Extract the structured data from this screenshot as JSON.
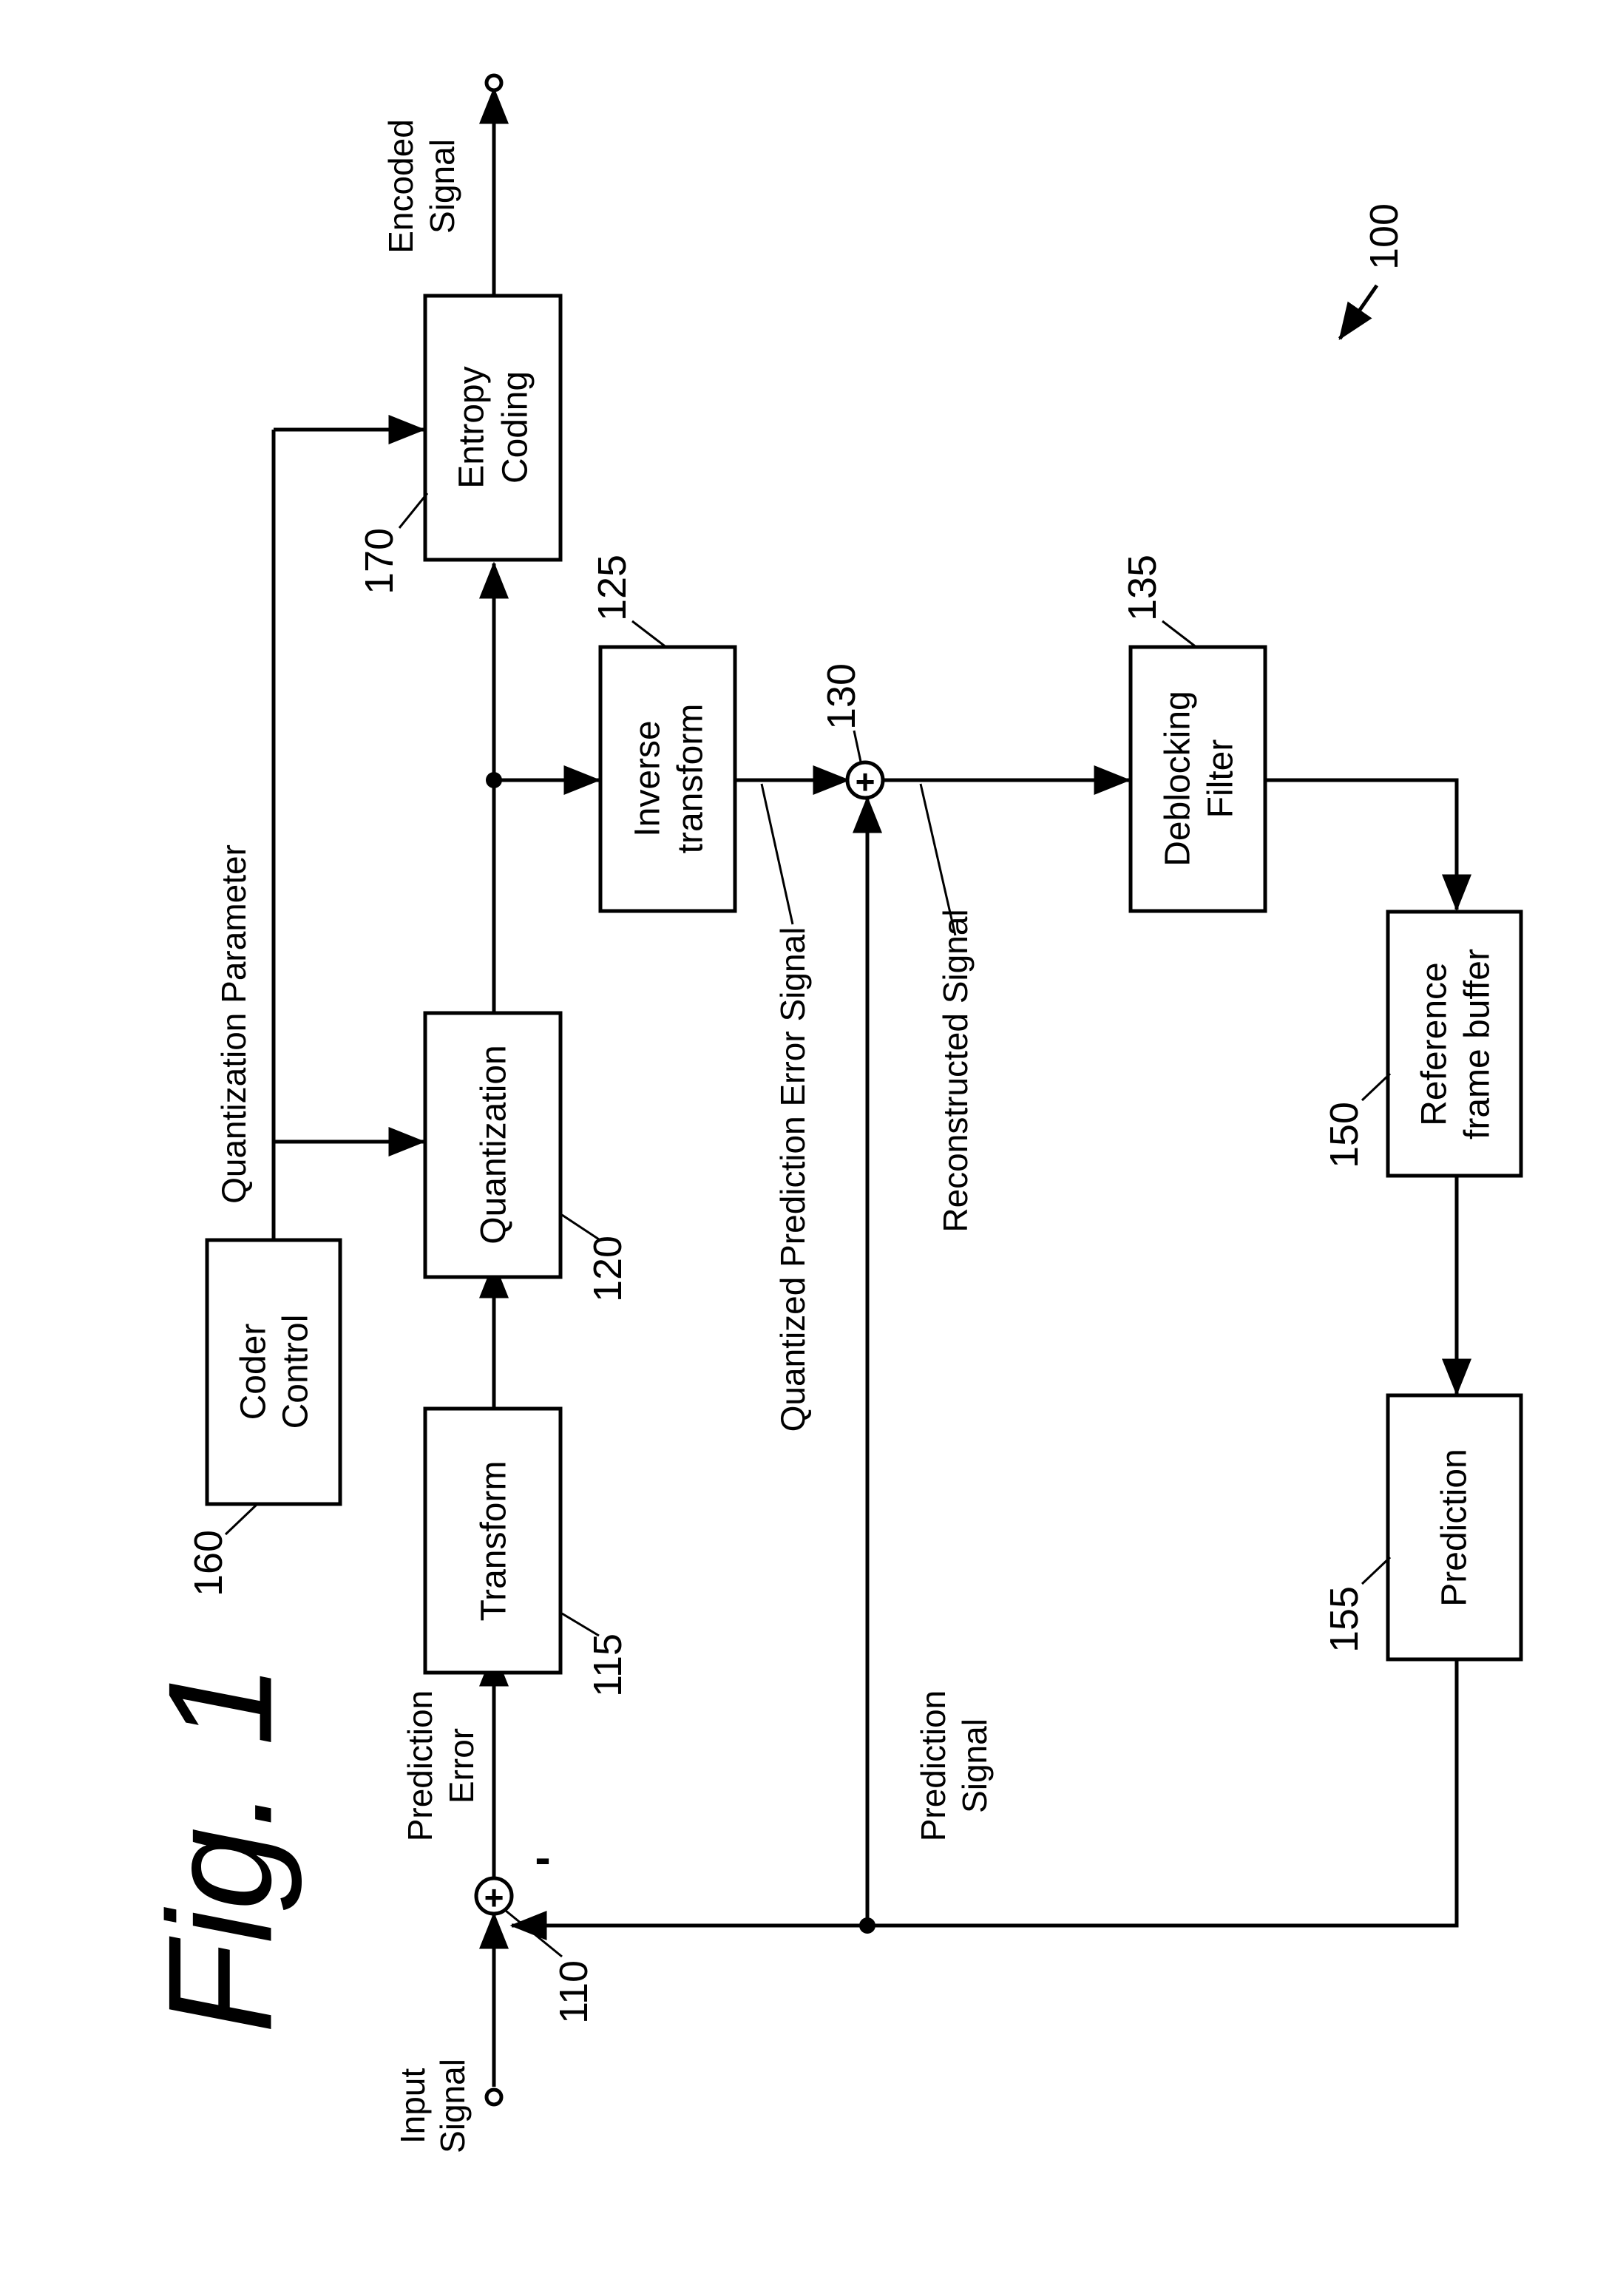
{
  "figure": {
    "title": "Fig. 1",
    "ref_system": "100"
  },
  "blocks": {
    "transform": {
      "label": "Transform",
      "ref": "115"
    },
    "quantization": {
      "label": "Quantization",
      "ref": "120"
    },
    "coder_control": {
      "line1": "Coder",
      "line2": "Control",
      "ref": "160"
    },
    "entropy_coding": {
      "line1": "Entropy",
      "line2": "Coding",
      "ref": "170"
    },
    "inverse_transform": {
      "line1": "Inverse",
      "line2": "transform",
      "ref": "125"
    },
    "deblocking_filter": {
      "line1": "Deblocking",
      "line2": "Filter",
      "ref": "135"
    },
    "reference_frame_buffer": {
      "line1": "Reference",
      "line2": "frame buffer",
      "ref": "150"
    },
    "prediction": {
      "label": "Prediction",
      "ref": "155"
    }
  },
  "adders": {
    "input_adder": {
      "symbol": "+",
      "ref": "110"
    },
    "reconstruction_adder": {
      "symbol": "+",
      "ref": "130"
    }
  },
  "signals": {
    "input": {
      "line1": "Input",
      "line2": "Signal"
    },
    "encoded": {
      "line1": "Encoded",
      "line2": "Signal"
    },
    "prediction_error": {
      "line1": "Prediction",
      "line2": "Error"
    },
    "prediction_signal": {
      "line1": "Prediction",
      "line2": "Signal"
    },
    "quantization_parameter": "Quantization Parameter",
    "quantized_prediction_error": "Quantized Prediction Error Signal",
    "reconstructed": "Reconstructed Signal",
    "minus_sign": "-"
  }
}
